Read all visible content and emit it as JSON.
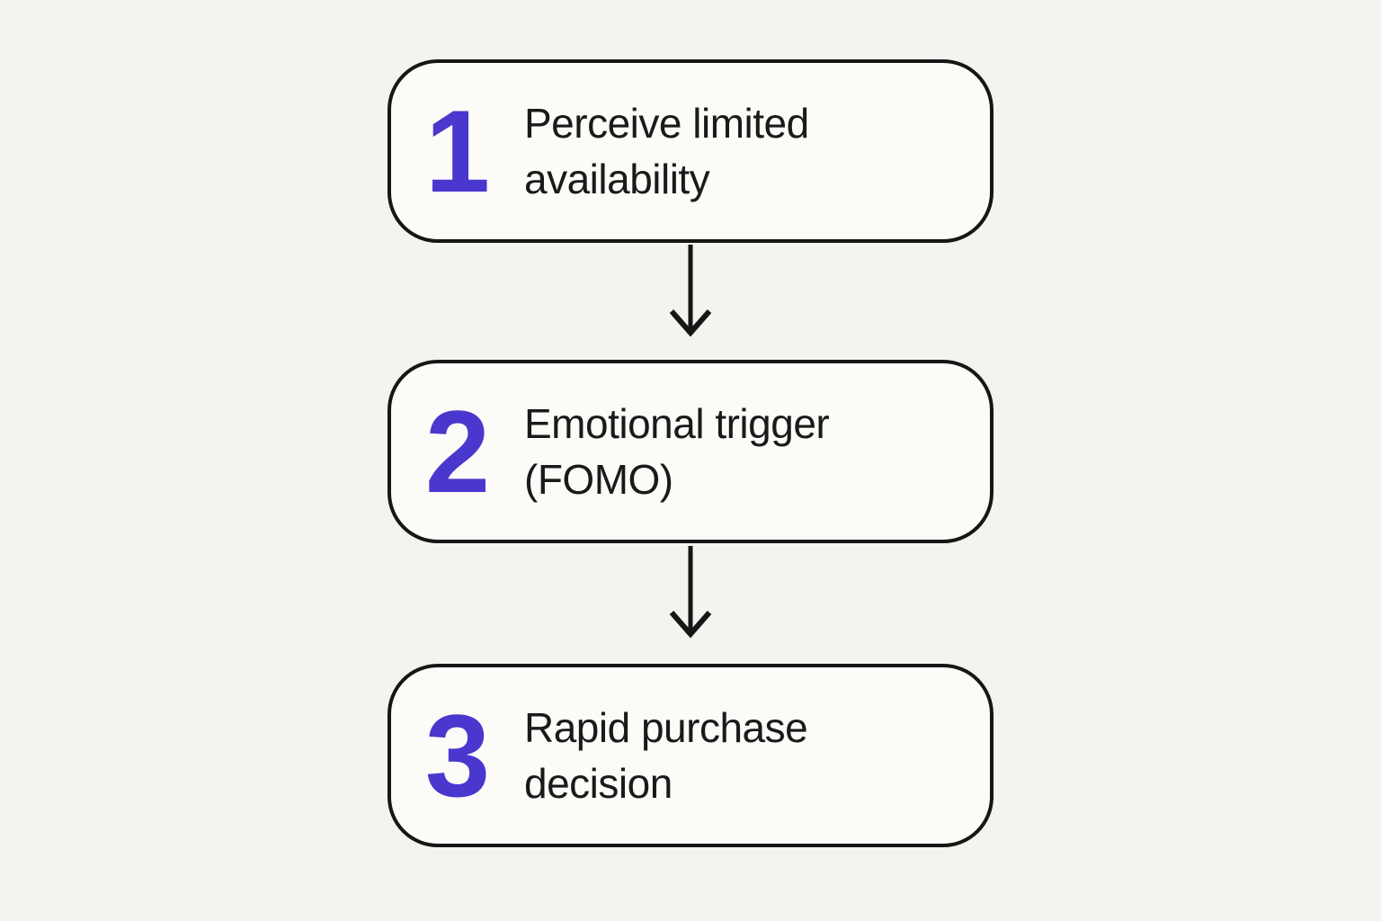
{
  "diagram": {
    "type": "vertical-flowchart",
    "steps": [
      {
        "number": "1",
        "label": "Perceive limited\navailability"
      },
      {
        "number": "2",
        "label": "Emotional trigger\n(FOMO)"
      },
      {
        "number": "3",
        "label": "Rapid purchase\ndecision"
      }
    ],
    "colors": {
      "background": "#f5f3ef",
      "box_background": "#fcfbf8",
      "outline": "#161616",
      "accent_number": "#4a37ce",
      "text": "#1a1a1a"
    }
  }
}
